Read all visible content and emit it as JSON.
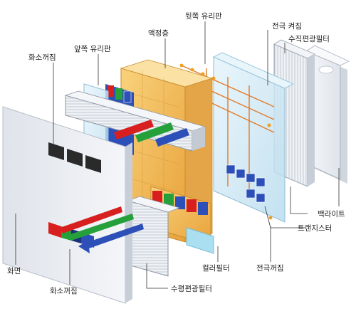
{
  "labels": {
    "rear_glass": "뒷쪽 유리판",
    "electrode_on": "전극 켜짐",
    "vertical_polarizer": "수직편광필터",
    "liquid_crystal": "액정층",
    "front_glass": "앞쪽 유리판",
    "pixel_off_top": "화소꺼짐",
    "backlight": "백라이트",
    "transistor": "트랜지스터",
    "electrode_off": "전극꺼짐",
    "color_filter": "컬러필터",
    "horizontal_polarizer": "수평편광필터",
    "screen": "화면",
    "pixel_off_bottom": "화소꺼짐"
  },
  "colors": {
    "red": "#d81f1f",
    "green": "#25a03a",
    "blue": "#2d4fb8",
    "lc_orange": "#f3b64a",
    "glass_blue": "#cfe8f4",
    "screen_gray": "#e7eaf0"
  }
}
